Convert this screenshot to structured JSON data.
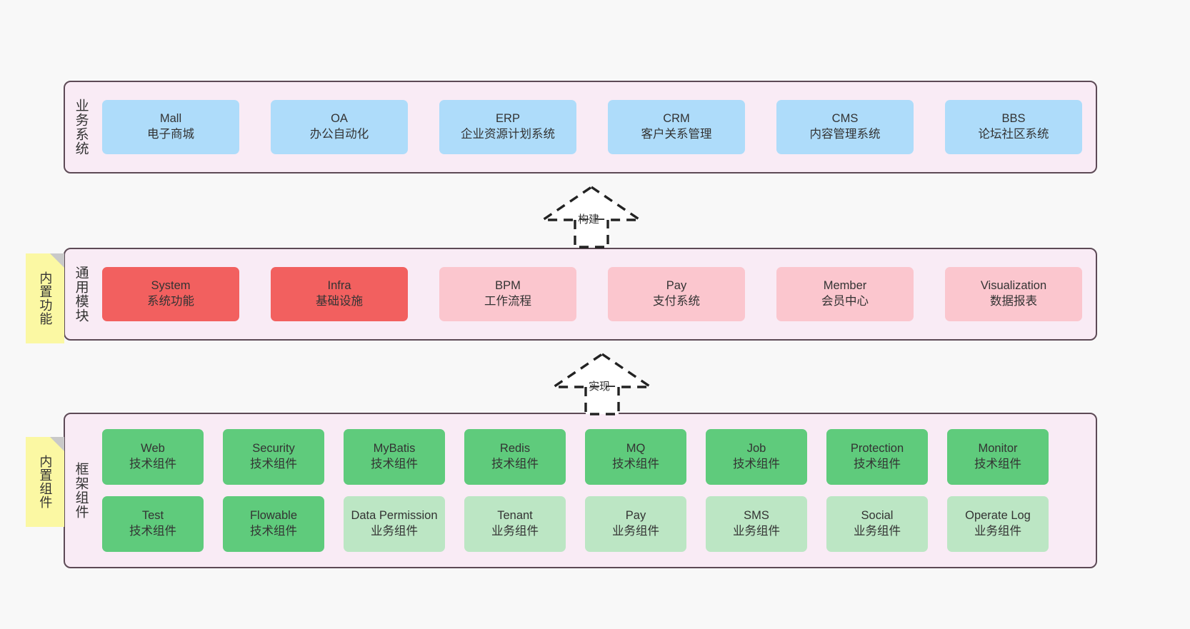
{
  "diagram": {
    "title_hidden": "",
    "background_color": "#f8f8f8",
    "container_bg": "#f9ebf5",
    "container_border": "#5d4a56"
  },
  "notes": [
    {
      "name": "builtin-function-note",
      "text": "内置功能",
      "color": "#fbf8a3"
    },
    {
      "name": "builtin-component-note",
      "text": "内置组件",
      "color": "#fbf8a3"
    }
  ],
  "connectors": [
    {
      "name": "build-connector",
      "label": "构建",
      "style": "dashed-generalization"
    },
    {
      "name": "implement-connector",
      "label": "实现",
      "style": "dashed-generalization"
    }
  ],
  "layers": [
    {
      "name": "business-system-layer",
      "title": "业务系统",
      "card_color": "#aedcfa",
      "cards": [
        {
          "en": "Mall",
          "cn": "电子商城",
          "color": "#aedcfa"
        },
        {
          "en": "OA",
          "cn": "办公自动化",
          "color": "#aedcfa"
        },
        {
          "en": "ERP",
          "cn": "企业资源计划系统",
          "color": "#aedcfa"
        },
        {
          "en": "CRM",
          "cn": "客户关系管理",
          "color": "#aedcfa"
        },
        {
          "en": "CMS",
          "cn": "内容管理系统",
          "color": "#aedcfa"
        },
        {
          "en": "BBS",
          "cn": "论坛社区系统",
          "color": "#aedcfa"
        }
      ]
    },
    {
      "name": "common-module-layer",
      "title": "通用模块",
      "card_color": "#fbc6ce",
      "highlight_color": "#f2605f",
      "cards": [
        {
          "en": "System",
          "cn": "系统功能",
          "color": "#f2605f"
        },
        {
          "en": "Infra",
          "cn": "基础设施",
          "color": "#f2605f"
        },
        {
          "en": "BPM",
          "cn": "工作流程",
          "color": "#fbc6ce"
        },
        {
          "en": "Pay",
          "cn": "支付系统",
          "color": "#fbc6ce"
        },
        {
          "en": "Member",
          "cn": "会员中心",
          "color": "#fbc6ce"
        },
        {
          "en": "Visualization",
          "cn": "数据报表",
          "color": "#fbc6ce"
        }
      ]
    },
    {
      "name": "framework-component-layer",
      "title": "框架组件",
      "tech_color": "#5fcb7c",
      "biz_color": "#bce6c4",
      "cards_row1": [
        {
          "en": "Web",
          "cn": "技术组件",
          "color": "#5fcb7c"
        },
        {
          "en": "Security",
          "cn": "技术组件",
          "color": "#5fcb7c"
        },
        {
          "en": "MyBatis",
          "cn": "技术组件",
          "color": "#5fcb7c"
        },
        {
          "en": "Redis",
          "cn": "技术组件",
          "color": "#5fcb7c"
        },
        {
          "en": "MQ",
          "cn": "技术组件",
          "color": "#5fcb7c"
        },
        {
          "en": "Job",
          "cn": "技术组件",
          "color": "#5fcb7c"
        },
        {
          "en": "Protection",
          "cn": "技术组件",
          "color": "#5fcb7c"
        },
        {
          "en": "Monitor",
          "cn": "技术组件",
          "color": "#5fcb7c"
        }
      ],
      "cards_row2": [
        {
          "en": "Test",
          "cn": "技术组件",
          "color": "#5fcb7c"
        },
        {
          "en": "Flowable",
          "cn": "技术组件",
          "color": "#5fcb7c"
        },
        {
          "en": "Data Permission",
          "cn": "业务组件",
          "color": "#bce6c4"
        },
        {
          "en": "Tenant",
          "cn": "业务组件",
          "color": "#bce6c4"
        },
        {
          "en": "Pay",
          "cn": "业务组件",
          "color": "#bce6c4"
        },
        {
          "en": "SMS",
          "cn": "业务组件",
          "color": "#bce6c4"
        },
        {
          "en": "Social",
          "cn": "业务组件",
          "color": "#bce6c4"
        },
        {
          "en": "Operate Log",
          "cn": "业务组件",
          "color": "#bce6c4"
        }
      ]
    }
  ]
}
